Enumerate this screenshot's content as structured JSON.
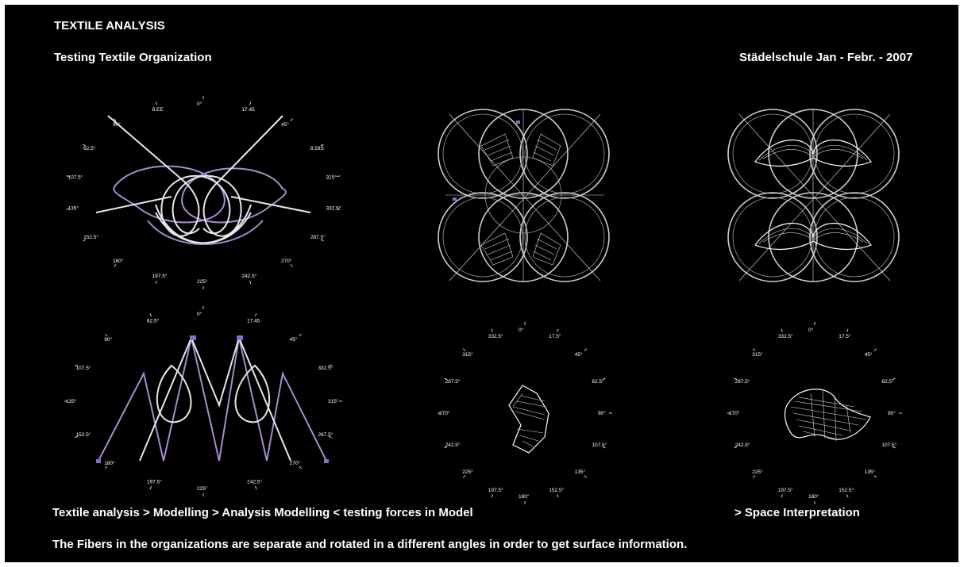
{
  "header": {
    "title": "TEXTILE ANALYSIS",
    "subtitle": "Testing  Textile Organization",
    "school": "Städelschule Jan - Febr. - 2007"
  },
  "footer": {
    "steps": "Textile analysis  >  Modelling  >  Analysis Modelling  <  testing forces in Model",
    "space": "> Space Interpretation",
    "caption": "The Fibers in the organizations are separate and rotated in a different angles in order to get surface information."
  },
  "dial": {
    "p1": [
      "0°",
      "17.45",
      "45°",
      "8.58S",
      "315°",
      "332.5°",
      "287.5°",
      "270°",
      "242.5°",
      "225°",
      "197.5°",
      "180°",
      "152.5°",
      "135°",
      "107.5°",
      "62.5°",
      "90°",
      "8.EE"
    ],
    "p4": [
      "0°",
      "17.45",
      "45°",
      "332.5°",
      "315°",
      "287.5°",
      "270°",
      "242.5°",
      "225°",
      "197.5°",
      "180°",
      "152.5°",
      "135°",
      "107.5°",
      "90°",
      "62.5°"
    ],
    "p5": [
      "0°",
      "17.5°",
      "45°",
      "62.5°",
      "90°",
      "107.5°",
      "135°",
      "152.5°",
      "180°",
      "197.5°",
      "225°",
      "242.5°",
      "270°",
      "287.5°",
      "315°",
      "332.5°"
    ],
    "p6": [
      "0°",
      "17.5°",
      "45°",
      "62.5°",
      "90°",
      "107.5°",
      "135°",
      "152.5°",
      "180°",
      "197.5°",
      "225°",
      "242.5°",
      "270°",
      "287.5°",
      "315°",
      "332.5°"
    ]
  },
  "colors": {
    "background": "#000000",
    "fiber": "#e8e8e8",
    "fiber_accent": "#a78bd0",
    "text": "#ffffff"
  }
}
